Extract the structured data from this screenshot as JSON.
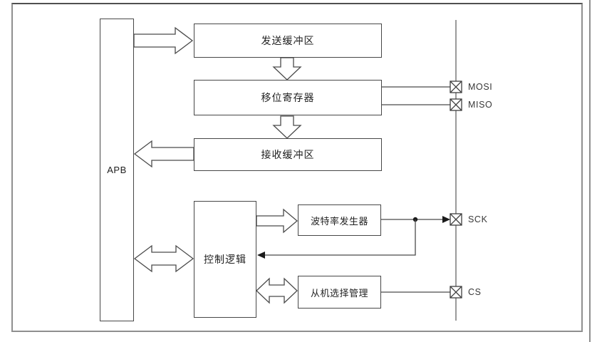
{
  "diagram": {
    "bus_label": "APB",
    "blocks": {
      "tx_buffer": "发送缓冲区",
      "shift_register": "移位寄存器",
      "rx_buffer": "接收缓冲区",
      "control_logic": "控制逻辑",
      "baud_generator": "波特率发生器",
      "slave_select": "从机选择管理"
    },
    "pins": [
      {
        "label": "MOSI"
      },
      {
        "label": "MISO"
      },
      {
        "label": "SCK"
      },
      {
        "label": "CS"
      }
    ],
    "connections": [
      "APB → 发送缓冲区 (块箭头)",
      "发送缓冲区 → 移位寄存器 (块箭头)",
      "移位寄存器 → 接收缓冲区 (块箭头)",
      "接收缓冲区 → APB (块箭头)",
      "APB ↔ 控制逻辑 (双向块箭头)",
      "控制逻辑 → 波特率发生器 (块箭头)",
      "控制逻辑 ↔ 从机选择管理 (双向块箭头)",
      "波特率发生器 → SCK (实线箭头, 分支回馈至控制逻辑)",
      "移位寄存器 — MOSI",
      "移位寄存器 — MISO",
      "从机选择管理 — CS"
    ],
    "colors": {
      "line": "#4a4a4a",
      "box_border": "#474747",
      "frame_border": "#8f8f8f",
      "text": "#1f1f1f",
      "arrow_fill": "#ffffff",
      "solid_arrowhead": "#1a1a1a"
    }
  }
}
